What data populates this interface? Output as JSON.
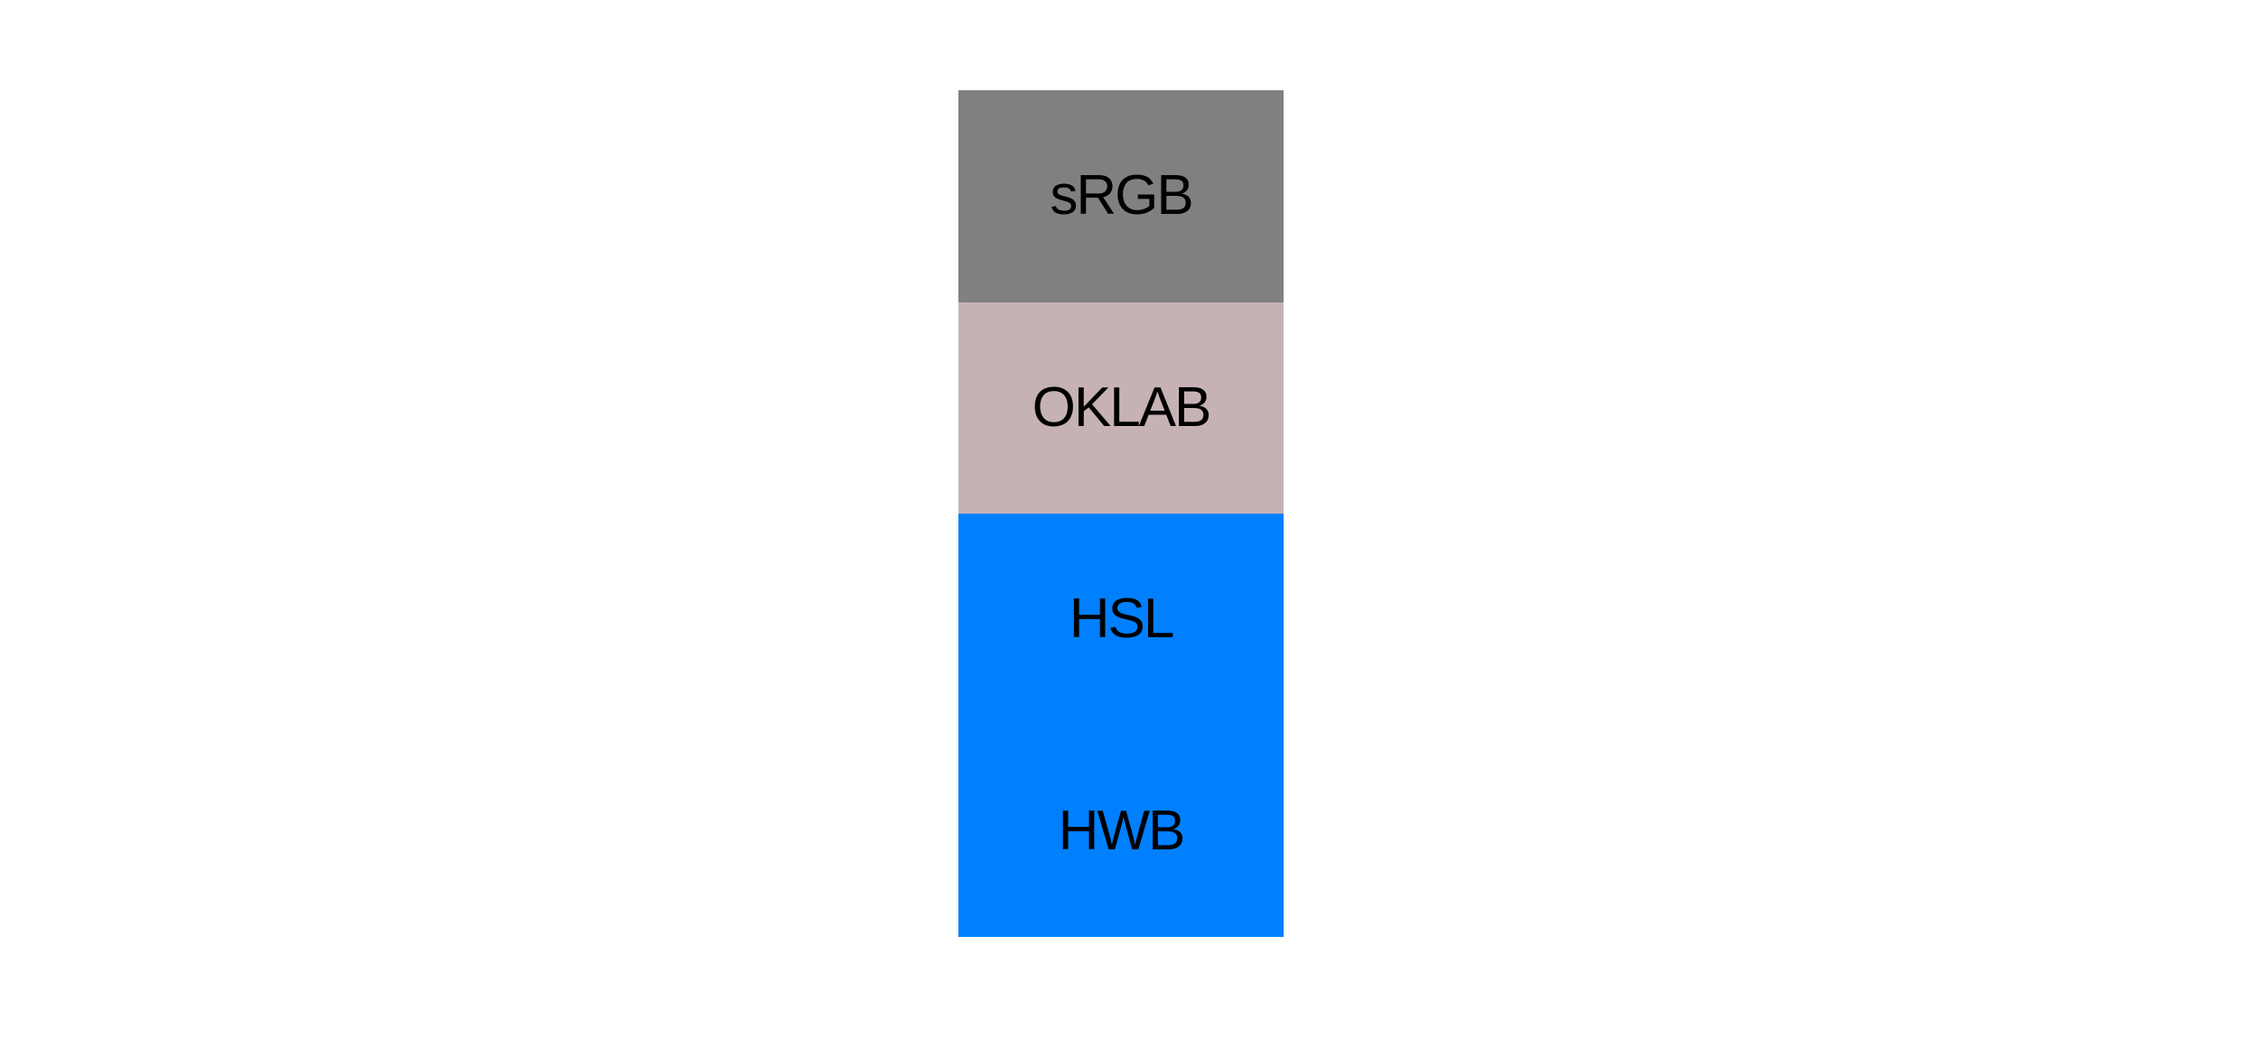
{
  "page": {
    "background_color": "#ffffff",
    "text_color": "#000000"
  },
  "swatches": [
    {
      "label": "sRGB",
      "background_color": "#808080"
    },
    {
      "label": "OKLAB",
      "background_color": "#c6b2b4"
    },
    {
      "label": "HSL",
      "background_color": "#0080ff"
    },
    {
      "label": "HWB",
      "background_color": "#0080ff"
    }
  ]
}
